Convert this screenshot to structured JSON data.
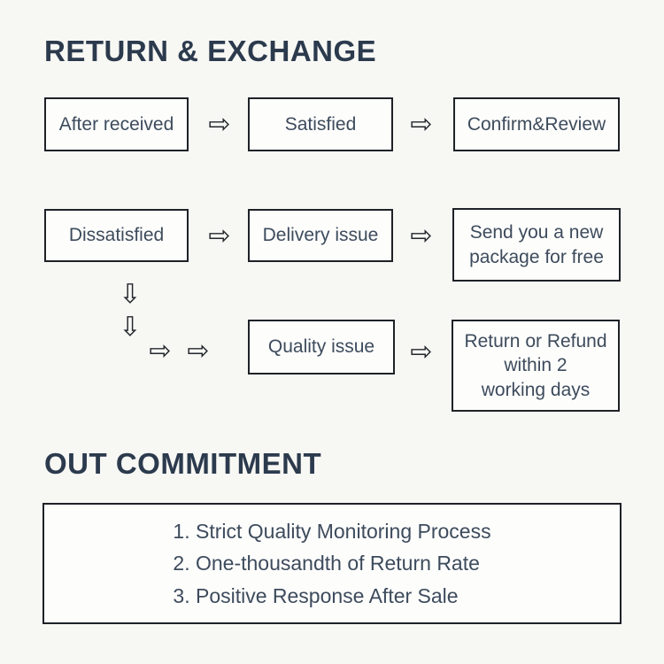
{
  "theme": {
    "background": "#f7f7f4",
    "box_fill": "#fdfdfc",
    "border_color": "#1e2227",
    "title_color": "#2c3a4d",
    "text_color": "#3d4b5c"
  },
  "return_exchange": {
    "title": "RETURN & EXCHANGE",
    "row1": {
      "box1": "After received",
      "box2": "Satisfied",
      "box3": "Confirm&Review"
    },
    "row2": {
      "box1": "Dissatisfied",
      "box2": "Delivery issue",
      "box3_line1": "Send you a new",
      "box3_line2": "package for free"
    },
    "row3": {
      "box1": "Quality issue",
      "box2_line1": "Return or Refund",
      "box2_line2": "within 2",
      "box2_line3": "working days"
    }
  },
  "commitment": {
    "title": "OUT COMMITMENT",
    "item1": "1. Strict Quality Monitoring Process",
    "item2": "2. One-thousandth of Return Rate",
    "item3": "3. Positive Response After Sale"
  },
  "icons": {
    "arrow_right": "⇨",
    "arrow_down": "⇩"
  }
}
